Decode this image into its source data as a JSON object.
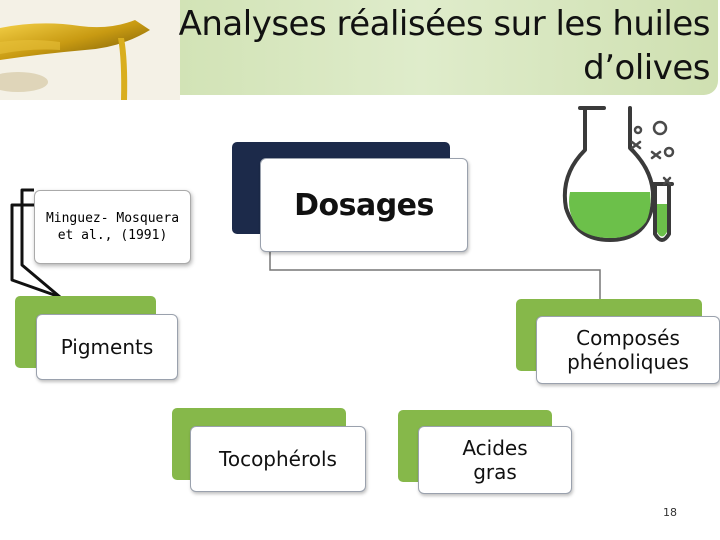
{
  "slide": {
    "title_line1": "Analyses réalisées sur les huiles",
    "title_line2": "d’olives",
    "page_number": "18"
  },
  "diagram": {
    "center": "Dosages",
    "reference": [
      "Minguez-",
      "Mosquera",
      "et al., (1991)"
    ],
    "nodes": {
      "pigments": "Pigments",
      "phenolics": [
        "Composés",
        "phénoliques"
      ],
      "tocopherols": "Tocophérols",
      "fatty_acids": [
        "Acides",
        "gras"
      ]
    }
  },
  "colors": {
    "title_band": "#d2e3b6",
    "center_back": "#1c2a4a",
    "node_back": "#86b84a",
    "flask_liquid": "#6cc04a"
  }
}
